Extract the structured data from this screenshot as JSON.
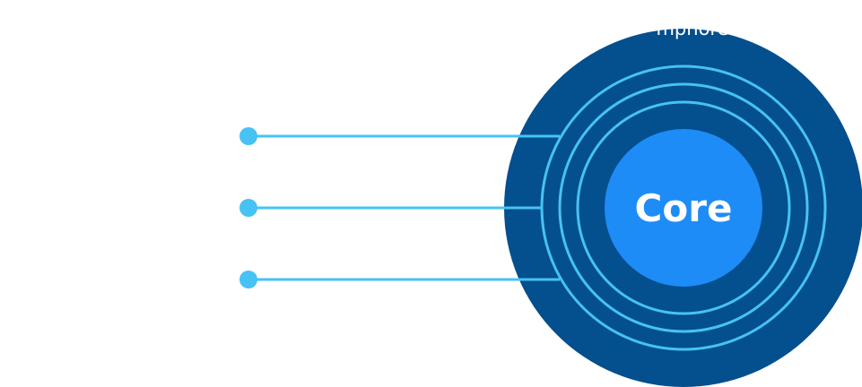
{
  "diagram": {
    "core_label": "Core",
    "top_label_fragment": "mphore",
    "colors": {
      "background": "#ffffff",
      "outer_disc": "#044f8e",
      "ring_stroke": "#46c2f4",
      "core_fill": "#1e8cf7",
      "connector": "#46c2f4",
      "core_text": "#ffffff",
      "top_text": "#ffffff"
    },
    "rings": [
      {
        "name": "ring-outer"
      },
      {
        "name": "ring-middle"
      },
      {
        "name": "ring-inner"
      }
    ],
    "connectors": [
      {
        "name": "connector-top"
      },
      {
        "name": "connector-middle"
      },
      {
        "name": "connector-bottom"
      }
    ]
  }
}
